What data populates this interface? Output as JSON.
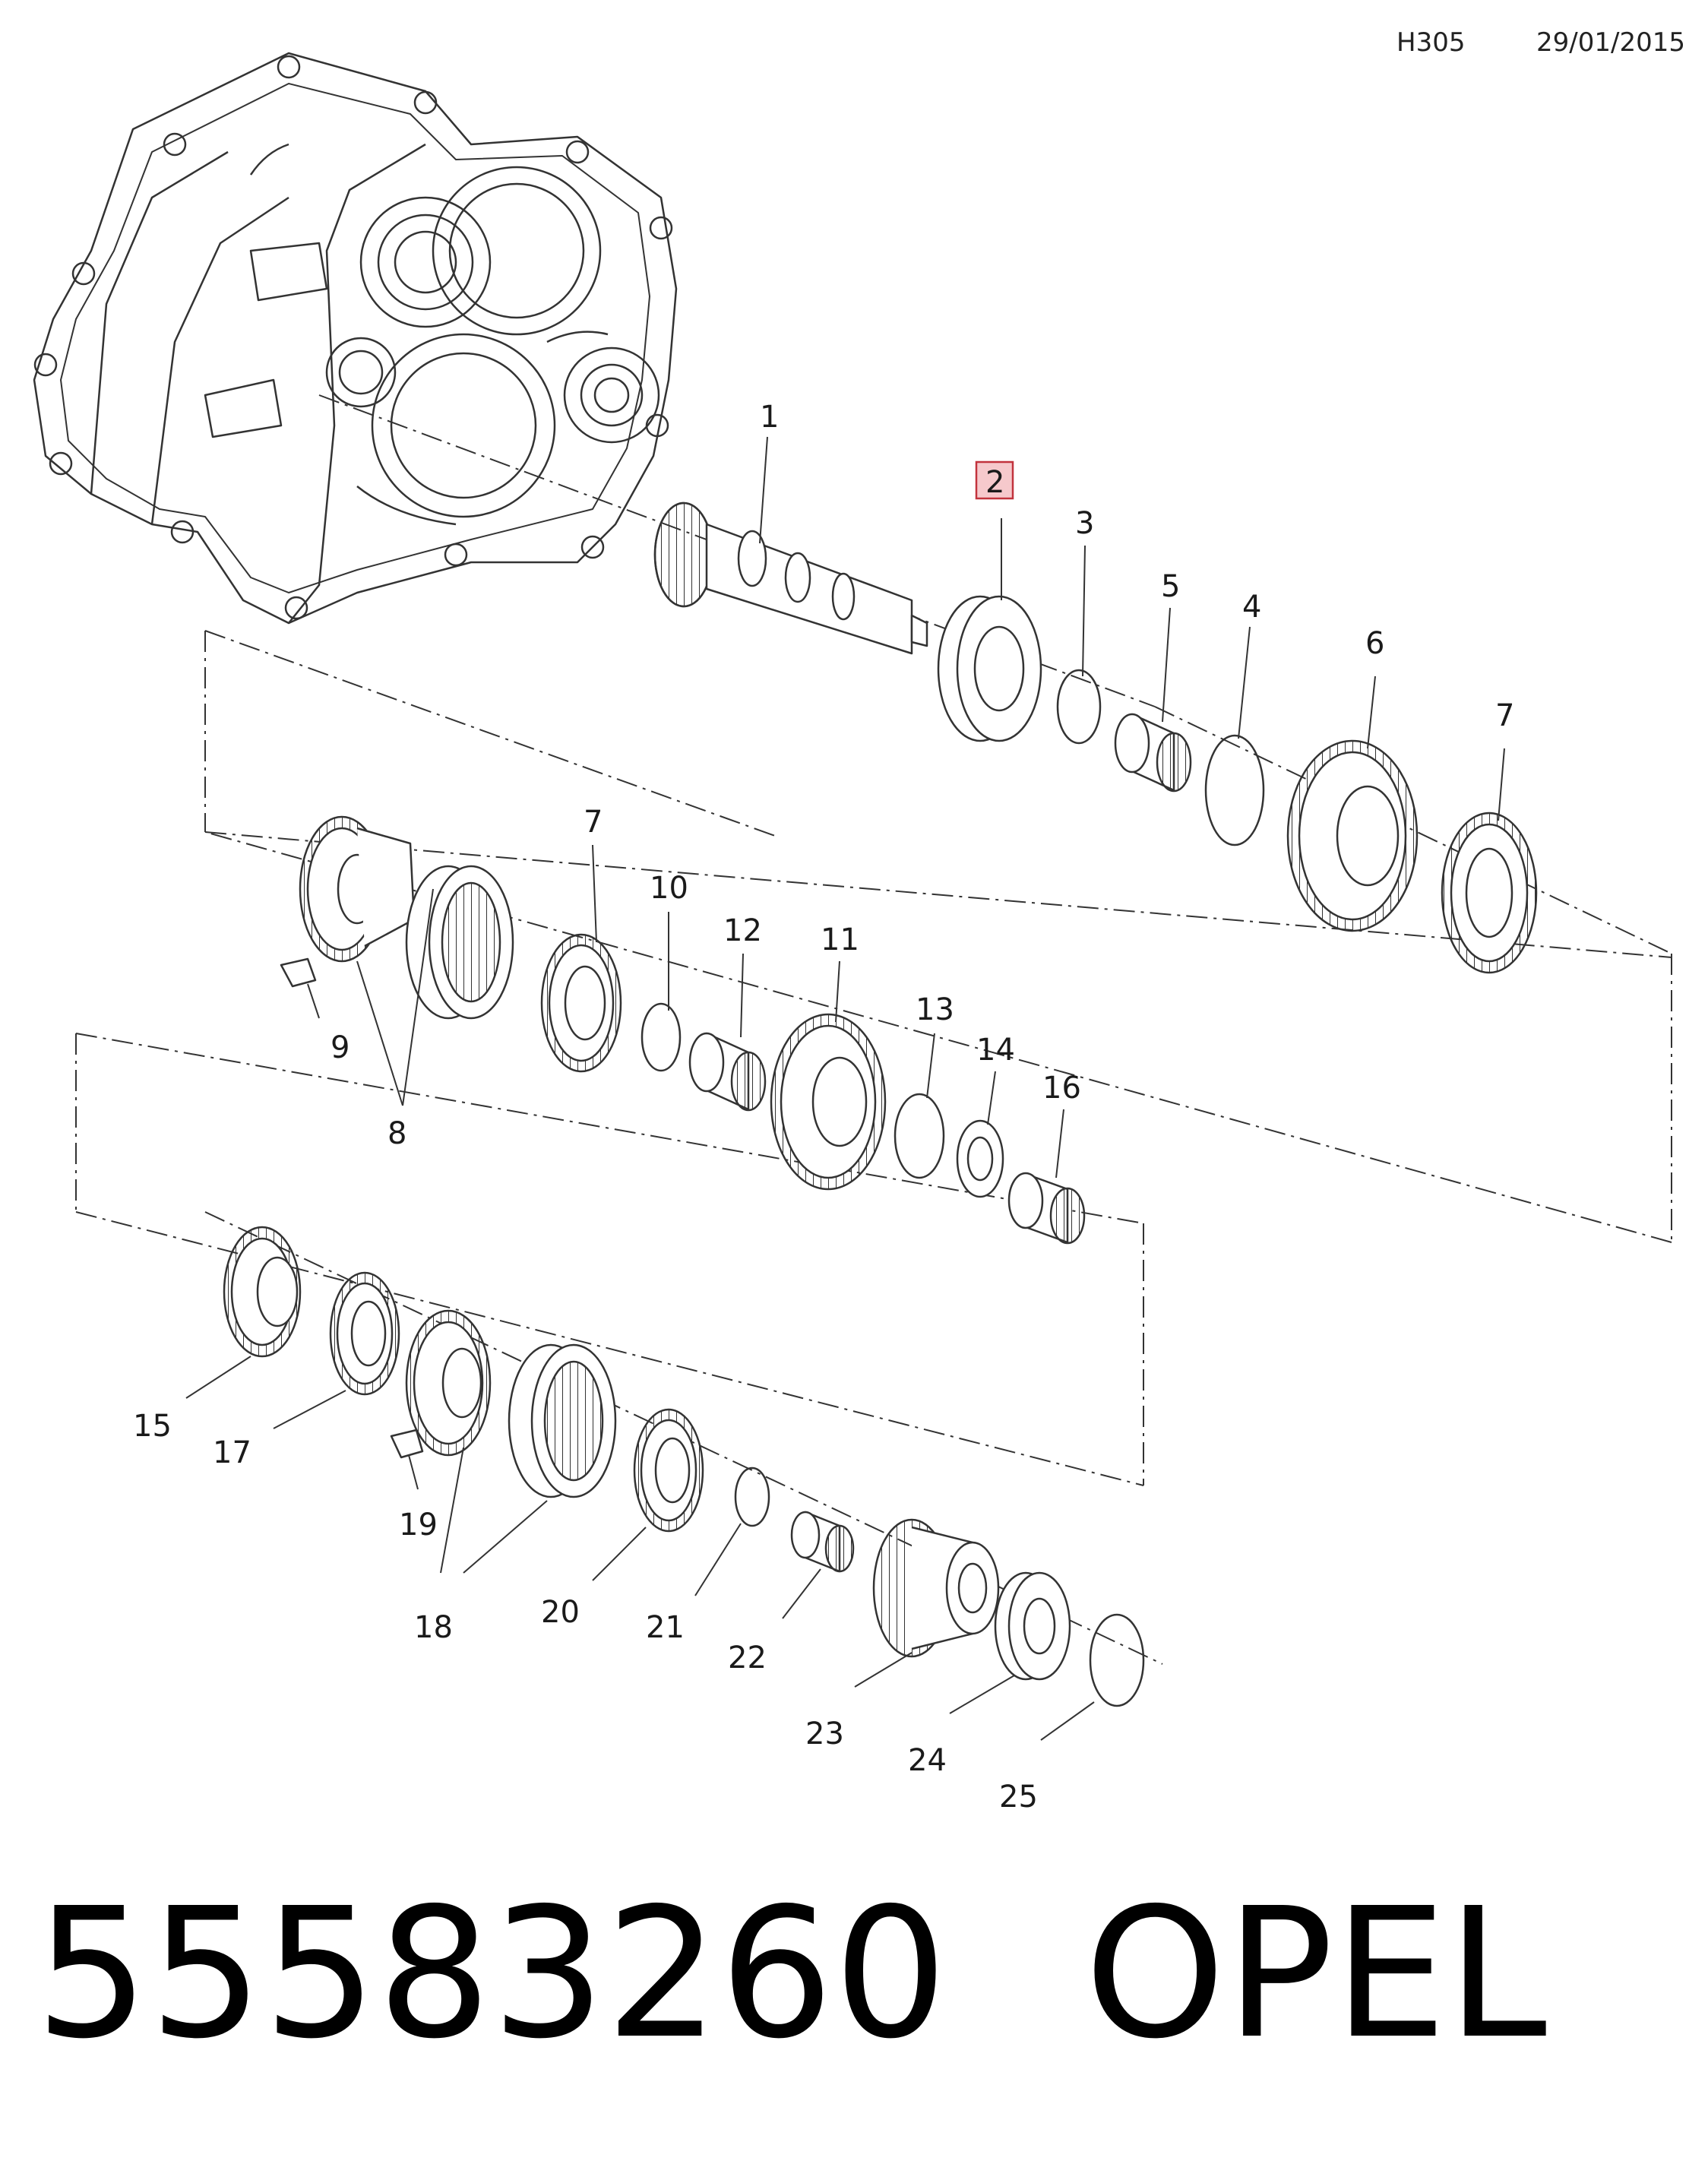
{
  "header": {
    "code": "H305",
    "date": "29/01/2015"
  },
  "highlighted_callout": "2",
  "callouts": [
    "1",
    "2",
    "3",
    "4",
    "5",
    "6",
    "7",
    "7",
    "8",
    "9",
    "10",
    "11",
    "12",
    "13",
    "14",
    "15",
    "16",
    "17",
    "18",
    "19",
    "20",
    "21",
    "22",
    "23",
    "24",
    "25"
  ],
  "footer": {
    "part_number": "55583260",
    "brand": "OPEL"
  }
}
